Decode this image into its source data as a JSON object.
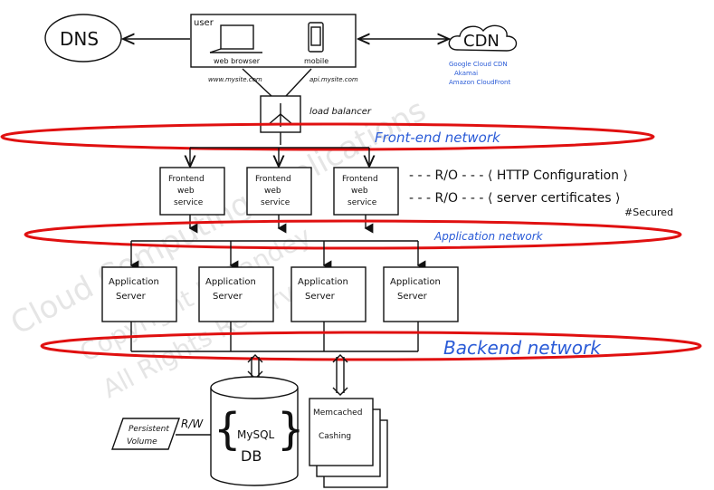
{
  "dns_label": "DNS",
  "cdn": {
    "label": "CDN",
    "providers": [
      "Google Cloud CDN",
      "Akamai",
      "Amazon CloudFront"
    ]
  },
  "user": {
    "label": "user",
    "web_browser": "web browser",
    "mobile": "mobile",
    "web_url": "www.mysite.com",
    "api_url": "api.mysite.com"
  },
  "load_balancer": "load balancer",
  "networks": {
    "frontend": "Front-end network",
    "application": "Application network",
    "backend": "Backend network"
  },
  "frontend_services": [
    {
      "line1": "Frontend",
      "line2": "web",
      "line3": "service"
    },
    {
      "line1": "Frontend",
      "line2": "web",
      "line3": "service"
    },
    {
      "line1": "Frontend",
      "line2": "web",
      "line3": "service"
    }
  ],
  "notes": {
    "http": "- - - R/O - - - ⟨ HTTP Configuration ⟩",
    "certs": "- - - R/O - - - ⟨ server certificates ⟩",
    "secured": "#Secured"
  },
  "app_servers": [
    {
      "line1": "Application",
      "line2": "Server"
    },
    {
      "line1": "Application",
      "line2": "Server"
    },
    {
      "line1": "Application",
      "line2": "Server"
    },
    {
      "line1": "Application",
      "line2": "Server"
    }
  ],
  "database": {
    "line1": "MySQL",
    "line2": "DB"
  },
  "memcached": {
    "line1": "Memcached",
    "line2": "Cashing"
  },
  "persistent_volume": {
    "line1": "Persistent",
    "line2": "Volume"
  },
  "rw_label": "R/W",
  "watermark": [
    "Cloud Computing Applications",
    "Copyright R. Pandey",
    "All Rights Reserved"
  ],
  "colors": {
    "oval": "#e01010",
    "network_text": "#2a5bd7"
  }
}
